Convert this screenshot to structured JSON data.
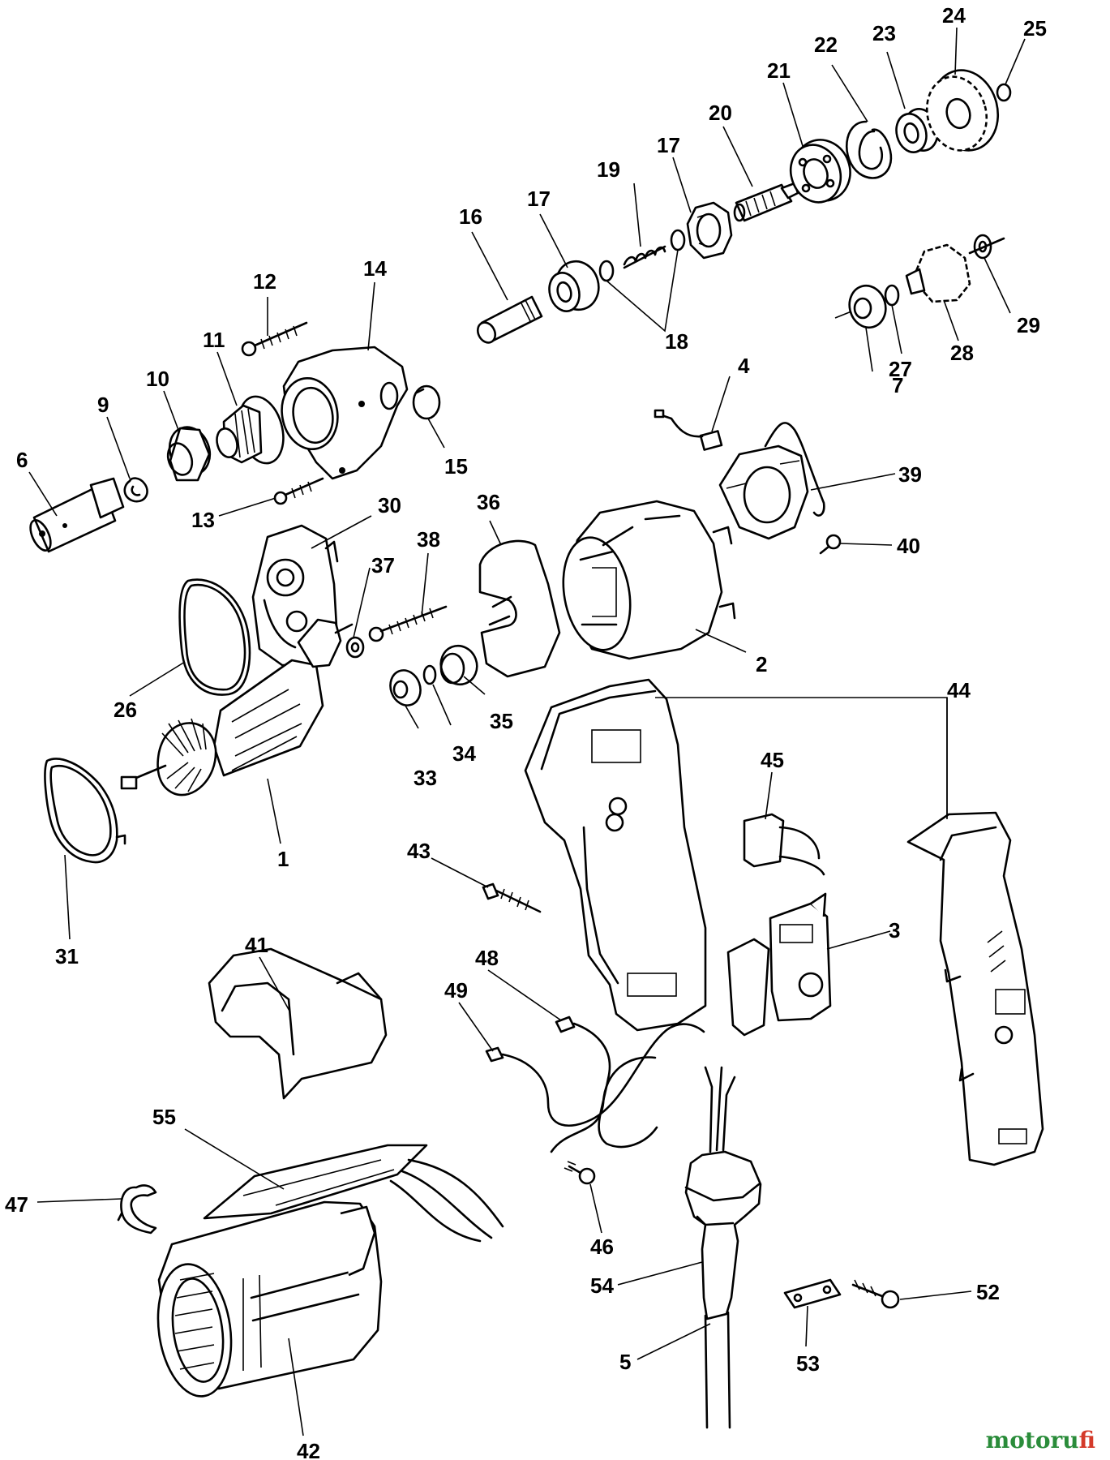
{
  "labels": {
    "p1": "1",
    "p2": "2",
    "p3": "3",
    "p4": "4",
    "p5": "5",
    "p6": "6",
    "p7": "7",
    "p9": "9",
    "p10": "10",
    "p11": "11",
    "p12": "12",
    "p13": "13",
    "p14": "14",
    "p15": "15",
    "p16": "16",
    "p17a": "17",
    "p17b": "17",
    "p18": "18",
    "p19": "19",
    "p20": "20",
    "p21": "21",
    "p22": "22",
    "p23": "23",
    "p24": "24",
    "p25": "25",
    "p26": "26",
    "p27": "27",
    "p28": "28",
    "p29": "29",
    "p30": "30",
    "p31": "31",
    "p33": "33",
    "p34": "34",
    "p35": "35",
    "p36": "36",
    "p37": "37",
    "p38": "38",
    "p39": "39",
    "p40": "40",
    "p41": "41",
    "p42": "42",
    "p43": "43",
    "p44": "44",
    "p45": "45",
    "p46": "46",
    "p47": "47",
    "p48": "48",
    "p49": "49",
    "p52": "52",
    "p53": "53",
    "p54": "54",
    "p55": "55"
  },
  "watermark": {
    "part1": "motoru",
    "part2": "fi"
  }
}
